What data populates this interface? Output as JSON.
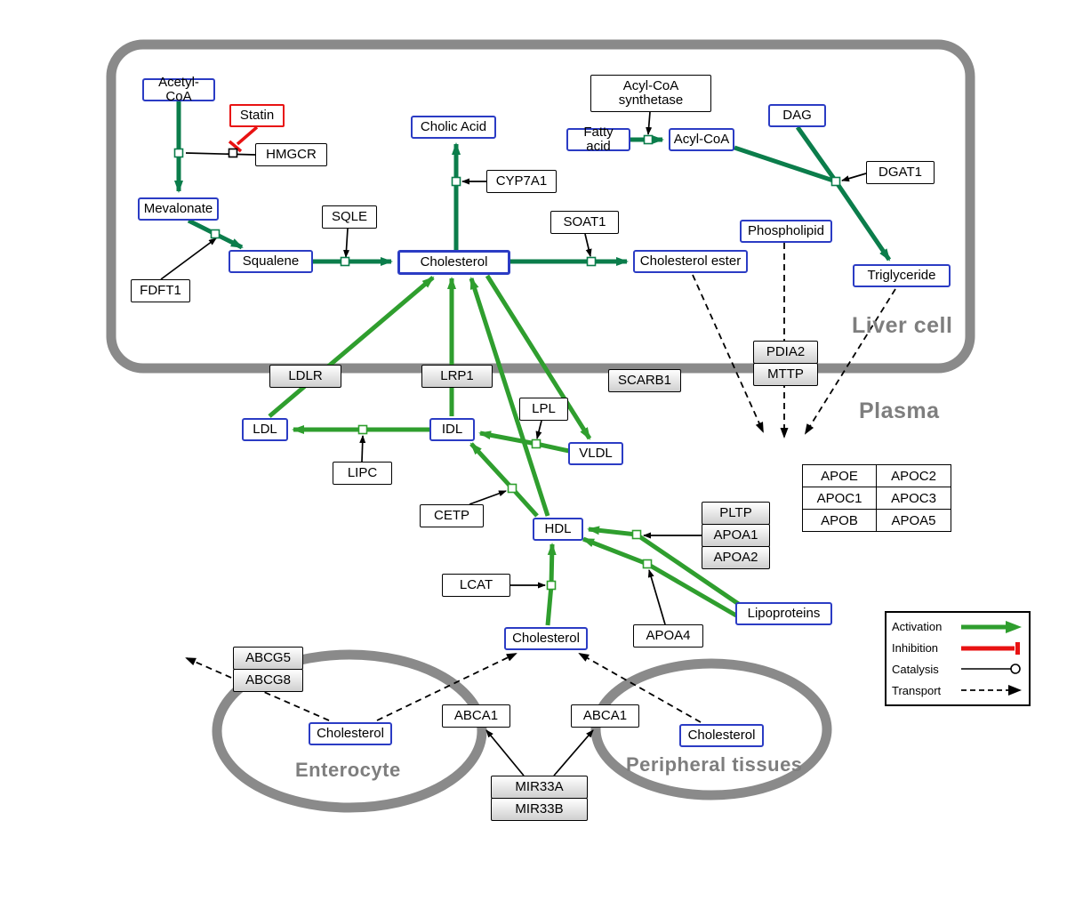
{
  "colors": {
    "activation_bright": "#2f9e2e",
    "activation_dark": "#0b7d4b",
    "inhibition": "#e81212",
    "metabolite_border": "#2b3cc4",
    "membrane_gray": "#8a8a8a"
  },
  "regions": {
    "liver": "Liver cell",
    "plasma": "Plasma",
    "enterocyte": "Enterocyte",
    "peripheral": "Peripheral tissues"
  },
  "boxes": {
    "acetyl_coa": "Acetyl-CoA",
    "statin": "Statin",
    "hmgcr": "HMGCR",
    "mevalonate": "Mevalonate",
    "fdft1": "FDFT1",
    "squalene": "Squalene",
    "sqle": "SQLE",
    "cholic_acid": "Cholic Acid",
    "cyp7a1": "CYP7A1",
    "cholesterol_liver": "Cholesterol",
    "soat1": "SOAT1",
    "cholesterol_ester": "Cholesterol ester",
    "acyl_coa_synthetase": "Acyl-CoA synthetase",
    "fatty_acid": "Fatty acid",
    "acyl_coa": "Acyl-CoA",
    "dag": "DAG",
    "dgat1": "DGAT1",
    "phospholipid": "Phospholipid",
    "triglyceride": "Triglyceride",
    "pdia2": "PDIA2",
    "mttp": "MTTP",
    "ldlr": "LDLR",
    "lrp1": "LRP1",
    "scarb1": "SCARB1",
    "ldl": "LDL",
    "idl": "IDL",
    "lipc": "LIPC",
    "lpl": "LPL",
    "vldl": "VLDL",
    "cetp": "CETP",
    "hdl": "HDL",
    "pltp": "PLTP",
    "apoa1": "APOA1",
    "apoa2": "APOA2",
    "lcat": "LCAT",
    "apoa4": "APOA4",
    "lipoproteins": "Lipoproteins",
    "cholesterol_plasma": "Cholesterol",
    "abcg5": "ABCG5",
    "abcg8": "ABCG8",
    "cholesterol_enterocyte": "Cholesterol",
    "abca1_left": "ABCA1",
    "abca1_right": "ABCA1",
    "cholesterol_peripheral": "Cholesterol",
    "mir33a": "MIR33A",
    "mir33b": "MIR33B"
  },
  "apo_table": [
    [
      "APOE",
      "APOC2"
    ],
    [
      "APOC1",
      "APOC3"
    ],
    [
      "APOB",
      "APOA5"
    ]
  ],
  "legend": {
    "activation": "Activation",
    "inhibition": "Inhibition",
    "catalysis": "Catalysis",
    "transport": "Transport"
  }
}
